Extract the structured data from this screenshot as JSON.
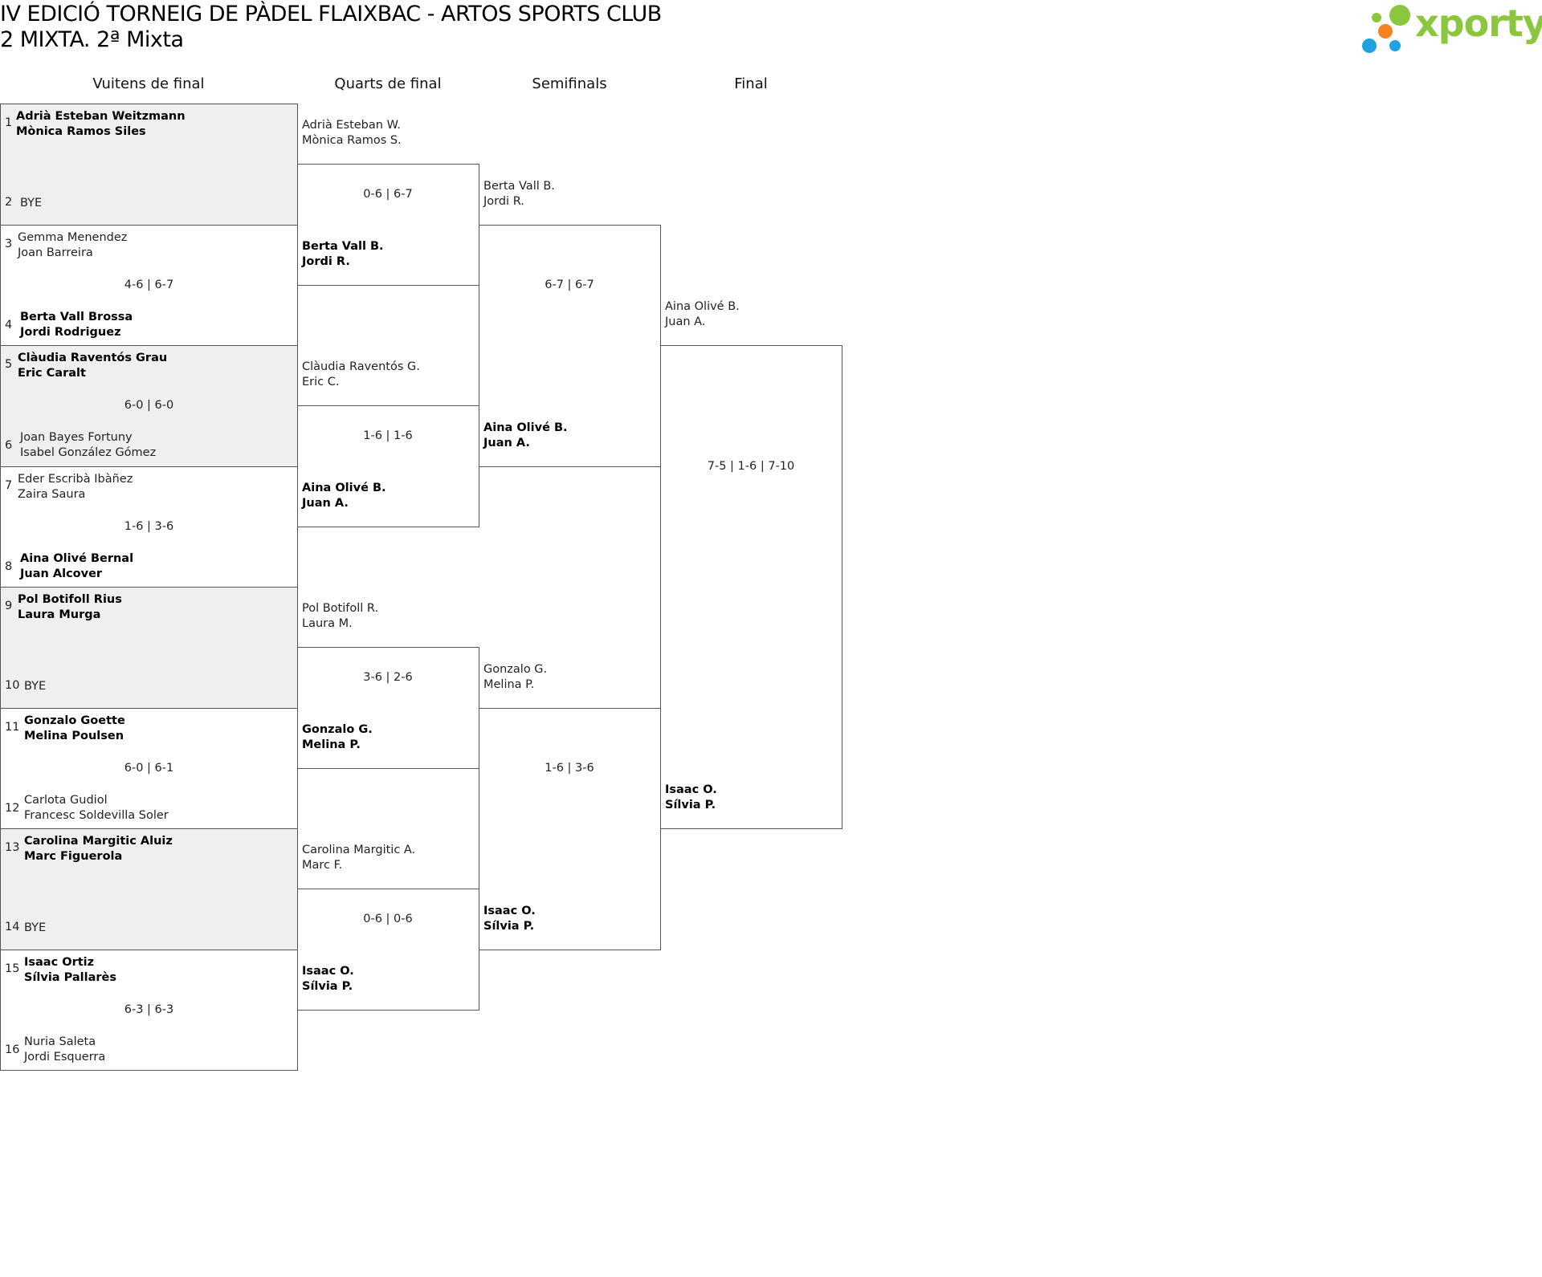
{
  "header": {
    "title": "IV EDICIÓ TORNEIG DE PÀDEL FLAIXBAC - ARTOS SPORTS CLUB",
    "subtitle": "2 MIXTA. 2ª Mixta",
    "logo_text": "xporty",
    "logo_colors": [
      "#8cc63f",
      "#f58220",
      "#1fa3e0"
    ]
  },
  "rounds": [
    "Vuitens de final",
    "Quarts de final",
    "Semifinals",
    "Final"
  ],
  "round_of_16": [
    {
      "top": {
        "seed": "1",
        "p1": "Adrià Esteban Weitzmann",
        "p2": "Mònica Ramos Siles",
        "winner": true
      },
      "bottom": {
        "seed": "2",
        "p1": "BYE",
        "p2": "",
        "winner": false
      },
      "score": "",
      "shaded": true
    },
    {
      "top": {
        "seed": "3",
        "p1": "Gemma Menendez",
        "p2": "Joan Barreira",
        "winner": false
      },
      "bottom": {
        "seed": "4",
        "p1": "Berta Vall Brossa",
        "p2": "Jordi Rodriguez",
        "winner": true
      },
      "score": "4-6 | 6-7",
      "shaded": false
    },
    {
      "top": {
        "seed": "5",
        "p1": "Clàudia Raventós Grau",
        "p2": "Eric Caralt",
        "winner": true
      },
      "bottom": {
        "seed": "6",
        "p1": "Joan Bayes Fortuny",
        "p2": "Isabel González Gómez",
        "winner": false
      },
      "score": "6-0 | 6-0",
      "shaded": true
    },
    {
      "top": {
        "seed": "7",
        "p1": "Eder Escribà Ibàñez",
        "p2": "Zaira Saura",
        "winner": false
      },
      "bottom": {
        "seed": "8",
        "p1": "Aina Olivé Bernal",
        "p2": "Juan Alcover",
        "winner": true
      },
      "score": "1-6 | 3-6",
      "shaded": false
    },
    {
      "top": {
        "seed": "9",
        "p1": "Pol Botifoll Rius",
        "p2": "Laura Murga",
        "winner": true
      },
      "bottom": {
        "seed": "10",
        "p1": "BYE",
        "p2": "",
        "winner": false
      },
      "score": "",
      "shaded": true
    },
    {
      "top": {
        "seed": "11",
        "p1": "Gonzalo Goette",
        "p2": "Melina Poulsen",
        "winner": true
      },
      "bottom": {
        "seed": "12",
        "p1": "Carlota Gudiol",
        "p2": "Francesc Soldevilla Soler",
        "winner": false
      },
      "score": "6-0 | 6-1",
      "shaded": false
    },
    {
      "top": {
        "seed": "13",
        "p1": "Carolina Margitic Aluiz",
        "p2": "Marc Figuerola",
        "winner": true
      },
      "bottom": {
        "seed": "14",
        "p1": "BYE",
        "p2": "",
        "winner": false
      },
      "score": "",
      "shaded": true
    },
    {
      "top": {
        "seed": "15",
        "p1": "Isaac Ortiz",
        "p2": "Sílvia Pallarès",
        "winner": true
      },
      "bottom": {
        "seed": "16",
        "p1": "Nuria Saleta",
        "p2": "Jordi Esquerra",
        "winner": false
      },
      "score": "6-3 | 6-3",
      "shaded": false
    }
  ],
  "quarters": [
    {
      "top": {
        "p1": "Adrià Esteban W.",
        "p2": "Mònica Ramos S.",
        "winner": false
      },
      "bottom": {
        "p1": "Berta Vall B.",
        "p2": "Jordi R.",
        "winner": true
      },
      "score": "0-6 | 6-7"
    },
    {
      "top": {
        "p1": "Clàudia Raventós G.",
        "p2": "Eric C.",
        "winner": false
      },
      "bottom": {
        "p1": "Aina Olivé B.",
        "p2": "Juan A.",
        "winner": true
      },
      "score": "1-6 | 1-6"
    },
    {
      "top": {
        "p1": "Pol Botifoll R.",
        "p2": "Laura M.",
        "winner": false
      },
      "bottom": {
        "p1": "Gonzalo G.",
        "p2": "Melina P.",
        "winner": true
      },
      "score": "3-6 | 2-6"
    },
    {
      "top": {
        "p1": "Carolina Margitic A.",
        "p2": "Marc F.",
        "winner": false
      },
      "bottom": {
        "p1": "Isaac O.",
        "p2": "Sílvia P.",
        "winner": true
      },
      "score": "0-6 | 0-6"
    }
  ],
  "semis": [
    {
      "top": {
        "p1": "Berta Vall B.",
        "p2": "Jordi R.",
        "winner": false
      },
      "bottom": {
        "p1": "Aina Olivé B.",
        "p2": "Juan A.",
        "winner": true
      },
      "score": "6-7 | 6-7"
    },
    {
      "top": {
        "p1": "Gonzalo G.",
        "p2": "Melina P.",
        "winner": false
      },
      "bottom": {
        "p1": "Isaac O.",
        "p2": "Sílvia P.",
        "winner": true
      },
      "score": "1-6 | 3-6"
    }
  ],
  "final": {
    "top": {
      "p1": "Aina Olivé B.",
      "p2": "Juan A.",
      "winner": false
    },
    "bottom": {
      "p1": "Isaac O.",
      "p2": "Sílvia P.",
      "winner": true
    },
    "score": "7-5 | 1-6 | 7-10"
  }
}
